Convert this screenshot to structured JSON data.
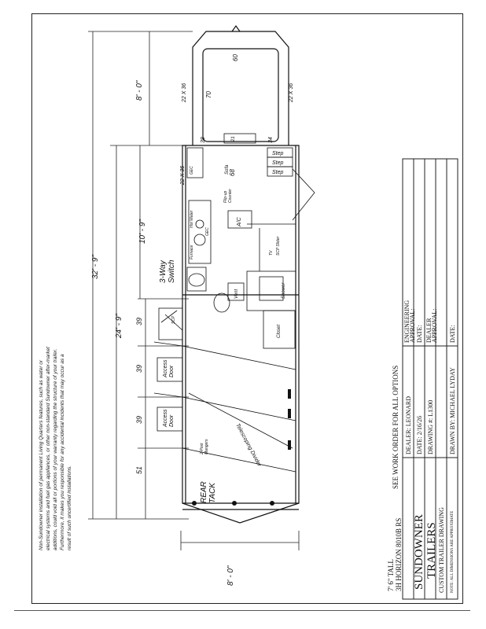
{
  "disclaimer": [
    "Non-Sundowner installation of permanent Living Quarters features, such as water or",
    "electrical systems and fuel gas appliances, or other non-standard Sundowner after-market",
    "additions, could void all or portions of your warranty regarding the structure of your trailer.",
    "Furthermore, it makes you responsible for any accidental incidents that may occur as a",
    "result of such uncertified installations."
  ],
  "title_block": {
    "height": "7' 6\" TALL",
    "model": "3H HORIZON 8010B RS",
    "see_work_order": "SEE WORK ORDER FOR ALL OPTIONS",
    "company": [
      "SUNDOWNER",
      "TRAILERS"
    ],
    "drawing_type": "CUSTOM TRAILER DRAWING",
    "note": "NOTE: ALL DIMENSIONS ARE APPROXIMATE",
    "dealer": "DEALER: LEONARD",
    "date": "DATE: 2/16/26",
    "drawing_no": "DRAWING #: L1300",
    "drawn_by": "DRAWN BY: MICHAEL LYDAY",
    "engineering": [
      "ENGINEERING",
      "APPROVAL:"
    ],
    "eng_date": "DATE:",
    "dealer_approval": [
      "DEALER",
      "APPROVAL:"
    ],
    "dealer_date": "DATE:"
  },
  "dimensions": {
    "overall": "32' - 9\"",
    "horse_area": "24' - 9\"",
    "lq": "10' - 9\"",
    "nose": "8' - 0\"",
    "width": "8' - 0\"",
    "stall1": "51",
    "stall2": "39",
    "stall3": "39",
    "stall4": "39"
  },
  "labels": {
    "three_way_switch": [
      "3-Way",
      "Switch"
    ],
    "access_door_1": [
      "Access",
      "Door"
    ],
    "access_door_2": [
      "Access",
      "Door"
    ],
    "telescoping_divider": "Telescoping Divider",
    "rear_tack": [
      "REAR",
      "TACK"
    ],
    "saddle_racks": [
      "2-Post",
      "Mangers"
    ],
    "closet": "Closet",
    "shower": "Shower",
    "vent": "Vent",
    "tv": "TV",
    "ac_heat": "A/C",
    "flip_up": [
      "Flip-up",
      "Counter"
    ],
    "sofa": [
      "Sofa",
      "68"
    ],
    "gec": "GEC",
    "furnace": "Furnace",
    "hot_water": "Hot Water",
    "steps": [
      "Step",
      "Step",
      "Step"
    ],
    "bed_dim_1": "22 X 36",
    "bed_dim_2": "22 X 36",
    "bed_dim_3": "22 X 36",
    "mattress_70": "70",
    "mattress_60": "60",
    "dim_38": "38",
    "dim_34": "34",
    "dim_21": "21",
    "scp": "SCP",
    "scp_slider": "SCP Slider",
    "gec2": "GEC"
  }
}
